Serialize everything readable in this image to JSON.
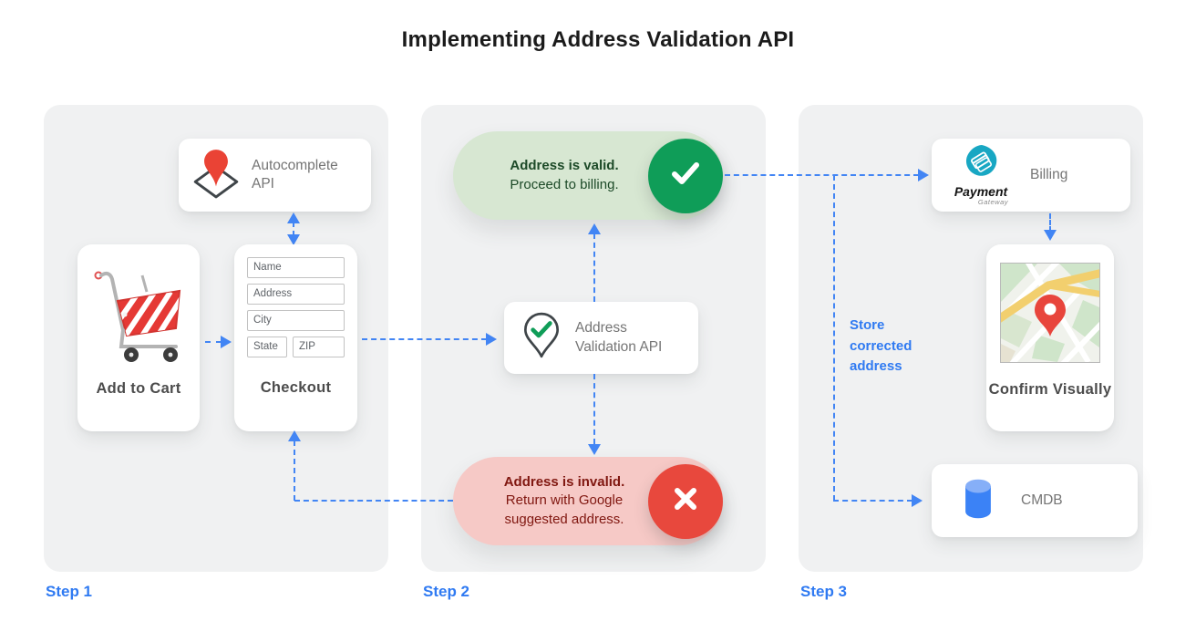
{
  "title": "Implementing Address Validation API",
  "steps": {
    "step1": {
      "label": "Step 1",
      "autocomplete": {
        "label": "Autocomplete API"
      },
      "cart": {
        "label": "Add to Cart"
      },
      "checkout": {
        "label": "Checkout",
        "fields": {
          "name": "Name",
          "address": "Address",
          "city": "City",
          "state": "State",
          "zip": "ZIP"
        }
      }
    },
    "step2": {
      "label": "Step 2",
      "valid": {
        "title": "Address is valid.",
        "subtitle": "Proceed to billing."
      },
      "validation_api": {
        "label": "Address Validation API"
      },
      "invalid": {
        "title": "Address is invalid.",
        "subtitle": "Return with Google suggested address."
      }
    },
    "step3": {
      "label": "Step 3",
      "billing": {
        "label": "Billing",
        "logo_title": "Payment",
        "logo_subtitle": "Gateway"
      },
      "confirm": {
        "label": "Confirm Visually"
      },
      "cmdb": {
        "label": "CMDB"
      },
      "store_note": "Store corrected address"
    }
  },
  "colors": {
    "accent_blue": "#4285f4",
    "label_blue": "#2f7af2",
    "green": "#0f9d58",
    "green_pill_bg": "#d7e7d2",
    "green_text": "#1d4a28",
    "red": "#e8483d",
    "red_pill_bg": "#f6c9c6",
    "red_text": "#801710"
  }
}
